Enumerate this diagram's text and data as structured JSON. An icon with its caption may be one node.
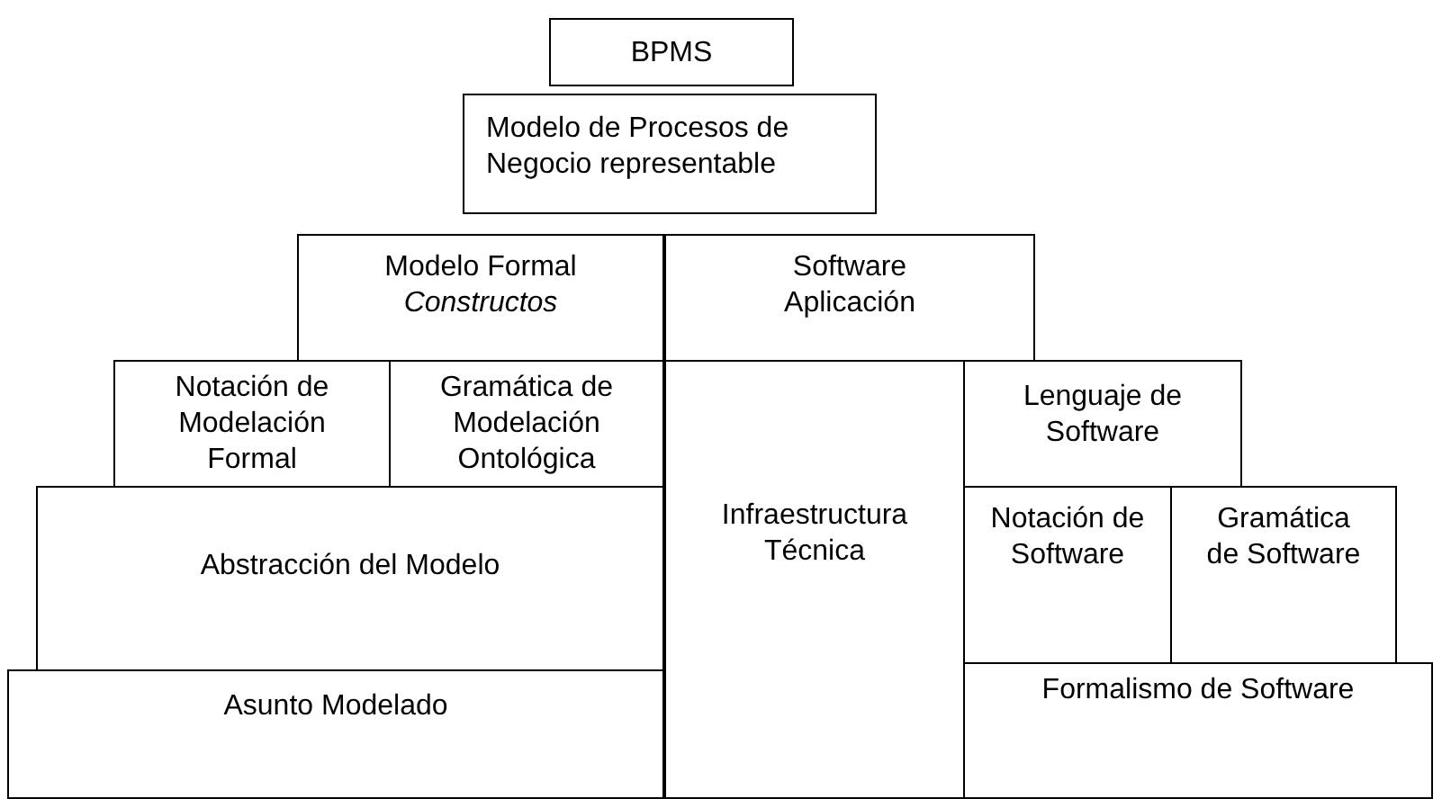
{
  "diagram": {
    "nodes": [
      {
        "text": [
          "BPMS"
        ]
      },
      {
        "text": [
          "Modelo de Procesos de Negocio representable"
        ]
      },
      {
        "text": [
          "Modelo Formal",
          "Constructos"
        ]
      },
      {
        "text": [
          "Software Aplicación"
        ]
      },
      {
        "text": [
          "Notación de Modelación Formal"
        ]
      },
      {
        "text": [
          "Gramática de Modelación Ontológica"
        ]
      },
      {
        "text": [
          "Infraestructura Técnica"
        ]
      },
      {
        "text": [
          "Lenguaje de Software"
        ]
      },
      {
        "text": [
          "Abstracción del Modelo"
        ]
      },
      {
        "text": [
          "Notación de Software"
        ]
      },
      {
        "text": [
          "Gramática de Software"
        ]
      },
      {
        "text": [
          "Asunto Modelado"
        ]
      },
      {
        "text": [
          "Formalismo de Software"
        ]
      }
    ]
  }
}
